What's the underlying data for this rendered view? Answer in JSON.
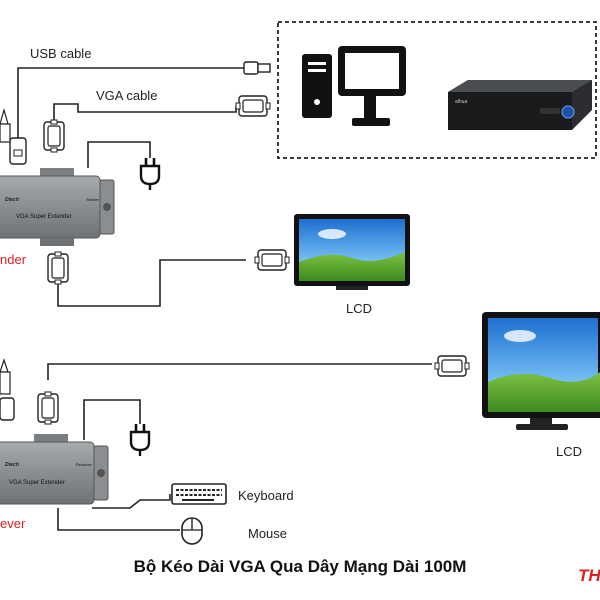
{
  "labels": {
    "usb_cable": "USB cable",
    "vga_cable": "VGA cable",
    "sender_partial": "nder",
    "receiver_partial": "ever",
    "lcd_top": "LCD",
    "lcd_bottom": "LCD",
    "keyboard": "Keyboard",
    "mouse": "Mouse"
  },
  "devices": {
    "sender_brand": "Dtech",
    "sender_model": "VGA Super Extender",
    "sender_tag": "Sender",
    "receiver_brand": "Dtech",
    "receiver_model": "VGA Super Extender",
    "receiver_tag": "Receiver"
  },
  "caption": "Bộ Kéo Dài VGA Qua Dây Mạng Dài 100M",
  "brand_mark": "TH",
  "colors": {
    "line": "#222222",
    "extender_body": "#8d9193",
    "accent_red": "#e02020"
  }
}
